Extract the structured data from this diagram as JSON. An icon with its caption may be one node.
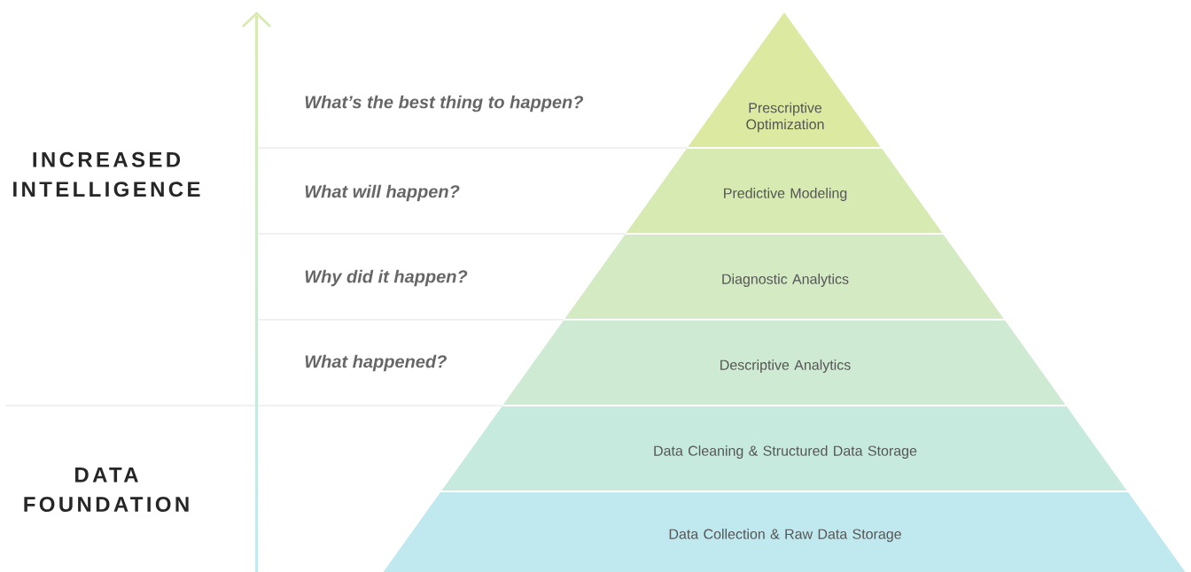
{
  "diagram": {
    "nodes": [
      {
        "text": [
          "Prescriptive Optimization"
        ]
      },
      {
        "text": [
          "Predictive Modeling"
        ]
      },
      {
        "text": [
          "Diagnostic Analytics"
        ]
      },
      {
        "text": [
          "Descriptive Analytics"
        ]
      },
      {
        "text": [
          "Data Cleaning & Structured Data Storage"
        ]
      },
      {
        "text": [
          "Data Collection & Raw Data Storage"
        ]
      }
    ],
    "labels": [
      "What’s the best thing to happen?",
      "INCREASED INTELLIGENCE",
      "What will happen?",
      "Why did it happen?",
      "What happened?",
      "DATA FOUNDATION"
    ]
  }
}
